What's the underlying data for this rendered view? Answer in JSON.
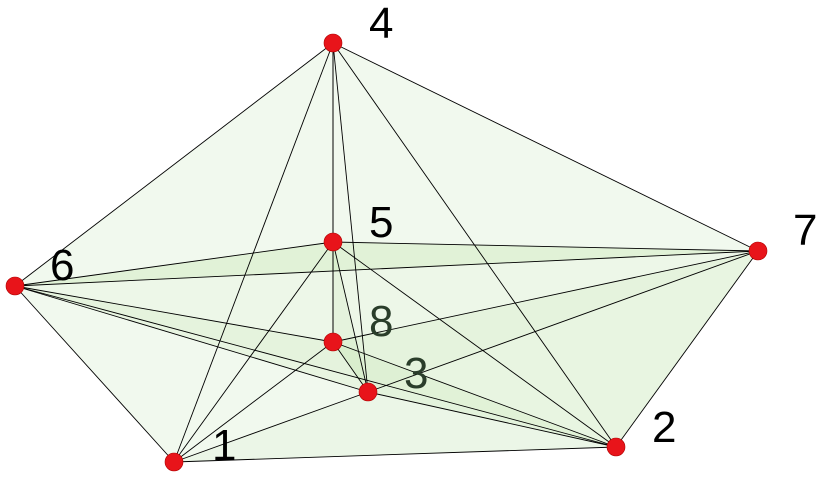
{
  "diagram": {
    "vertices": [
      {
        "id": "1",
        "label": "1"
      },
      {
        "id": "2",
        "label": "2"
      },
      {
        "id": "3",
        "label": "3"
      },
      {
        "id": "4",
        "label": "4"
      },
      {
        "id": "5",
        "label": "5"
      },
      {
        "id": "6",
        "label": "6"
      },
      {
        "id": "7",
        "label": "7"
      },
      {
        "id": "8",
        "label": "8"
      }
    ],
    "edges": [
      [
        "4",
        "6"
      ],
      [
        "4",
        "7"
      ],
      [
        "4",
        "1"
      ],
      [
        "4",
        "5"
      ],
      [
        "4",
        "8"
      ],
      [
        "4",
        "3"
      ],
      [
        "4",
        "2"
      ],
      [
        "6",
        "1"
      ],
      [
        "6",
        "5"
      ],
      [
        "6",
        "8"
      ],
      [
        "6",
        "3"
      ],
      [
        "6",
        "2"
      ],
      [
        "6",
        "7"
      ],
      [
        "1",
        "2"
      ],
      [
        "1",
        "5"
      ],
      [
        "1",
        "8"
      ],
      [
        "1",
        "3"
      ],
      [
        "2",
        "7"
      ],
      [
        "2",
        "5"
      ],
      [
        "2",
        "8"
      ],
      [
        "2",
        "3"
      ],
      [
        "5",
        "7"
      ],
      [
        "5",
        "8"
      ],
      [
        "5",
        "3"
      ],
      [
        "8",
        "3"
      ],
      [
        "8",
        "7"
      ],
      [
        "3",
        "7"
      ]
    ],
    "vertex_color": "#e8141a",
    "face_color": "#c8e6b4",
    "edge_color": "#000000"
  }
}
